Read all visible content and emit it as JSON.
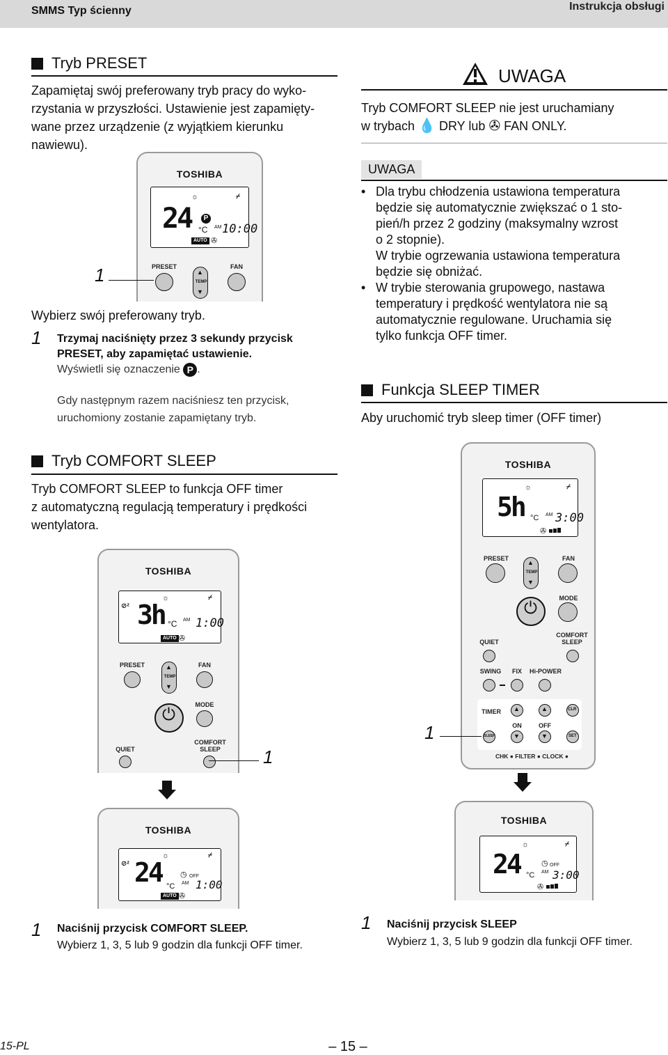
{
  "header": {
    "left": "SMMS Typ ścienny",
    "right": "Instrukcja obsługi"
  },
  "preset": {
    "heading": "Tryb PRESET",
    "intro": [
      "Zapamiętaj swój preferowany tryb pracy do wyko-",
      "rzystania w przyszłości. Ustawienie jest zapamięty-",
      "wane przez urządzenie (z wyjątkiem kierunku",
      "nawiewu)."
    ],
    "choose": "Wybierz swój preferowany tryb.",
    "step_num": "1",
    "step_bold": [
      "Trzymaj naciśnięty przez 3 sekundy przycisk",
      "PRESET, aby zapamiętać ustawienie."
    ],
    "step_shown": "Wyświetli się oznaczenie",
    "p_symbol": "P",
    "step_next": [
      "Gdy następnym razem naciśniesz ten przycisk,",
      "uruchomiony zostanie zapamiętany tryb."
    ],
    "callout": "1"
  },
  "remote_preset": {
    "brand": "TOSHIBA",
    "temp": "24",
    "time": "10:00",
    "am": "AM",
    "auto": "AUTO",
    "deg": "°C",
    "preset": "PRESET",
    "fan": "FAN",
    "temp_btn": "TEMP"
  },
  "comfort": {
    "heading": "Tryb COMFORT SLEEP",
    "intro": [
      "Tryb COMFORT SLEEP to funkcja OFF timer",
      "z automatyczną regulacją temperatury i prędkości",
      "wentylatora."
    ],
    "step_num": "1",
    "step_bold": "Naciśnij przycisk COMFORT SLEEP.",
    "step_text": "Wybierz 1, 3, 5 lub 9 godzin dla funkcji OFF timer.",
    "callout": "1"
  },
  "remote_comfort": {
    "brand": "TOSHIBA",
    "hours": "3h",
    "deg": "°C",
    "am": "AM",
    "time": "1:00",
    "auto": "AUTO",
    "preset": "PRESET",
    "fan": "FAN",
    "temp_btn": "TEMP",
    "mode": "MODE",
    "quiet": "QUIET",
    "comfort1": "COMFORT",
    "comfort2": "SLEEP"
  },
  "remote_comfort_after": {
    "brand": "TOSHIBA",
    "temp": "24",
    "deg": "°C",
    "am": "AM",
    "off": "OFF",
    "time": "1:00",
    "auto": "AUTO"
  },
  "uwaga_top": {
    "title": "UWAGA",
    "line1": "Tryb COMFORT SLEEP nie jest uruchamiany",
    "line2a": "w trybach",
    "line2b": "DRY lub",
    "line2c": "FAN ONLY."
  },
  "uwaga_note": {
    "label": "UWAGA",
    "bullet1": [
      "Dla trybu chłodzenia ustawiona temperatura",
      "będzie się automatycznie zwiększać o 1 sto-",
      "pień/h przez 2 godziny (maksymalny wzrost",
      "o 2 stopnie).",
      "W trybie ogrzewania ustawiona temperatura",
      "będzie się obniżać."
    ],
    "bullet2": [
      "W trybie sterowania grupowego, nastawa",
      "temperatury i prędkość wentylatora nie są",
      "automatycznie regulowane. Uruchamia się",
      "tylko funkcja OFF timer."
    ]
  },
  "sleep_timer": {
    "heading": "Funkcja SLEEP TIMER",
    "intro": "Aby uruchomić tryb sleep timer (OFF timer)",
    "step_num": "1",
    "step_bold": "Naciśnij przycisk SLEEP",
    "step_text": "Wybierz 1, 3, 5 lub 9 godzin dla funkcji OFF timer.",
    "callout": "1"
  },
  "remote_sleep": {
    "brand": "TOSHIBA",
    "hours": "5h",
    "deg": "°C",
    "am": "AM",
    "time": "3:00",
    "preset": "PRESET",
    "fan": "FAN",
    "temp_btn": "TEMP",
    "mode": "MODE",
    "quiet": "QUIET",
    "comfort1": "COMFORT",
    "comfort2": "SLEEP",
    "swing": "SWING",
    "fix": "FIX",
    "hipower": "Hi-POWER",
    "timer": "TIMER",
    "clr": "CLR",
    "on": "ON",
    "off": "OFF",
    "sleep": "SLEEP",
    "set": "SET",
    "chk": "CHK",
    "filter": "FILTER",
    "clock": "CLOCK"
  },
  "remote_sleep_after": {
    "brand": "TOSHIBA",
    "temp": "24",
    "deg": "°C",
    "am": "AM",
    "off": "OFF",
    "time": "3:00"
  },
  "footer": {
    "left": "15-PL",
    "center": "– 15 –"
  }
}
